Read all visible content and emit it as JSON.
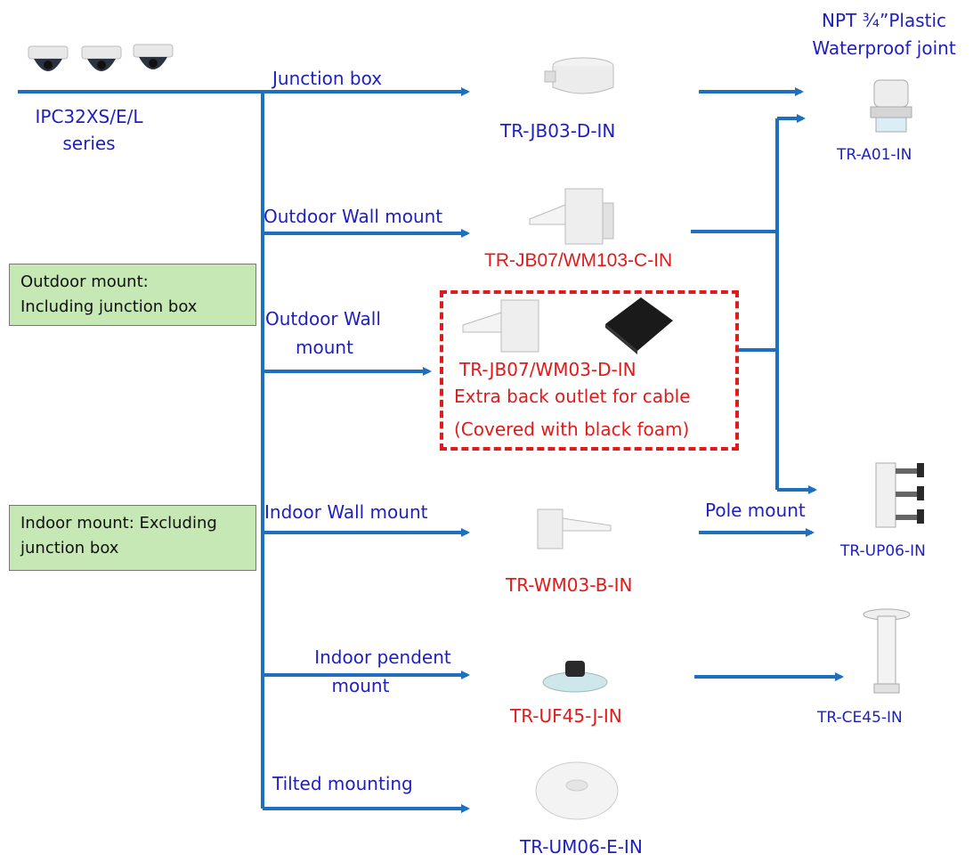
{
  "camera": {
    "model_line1": "IPC32XS/E/L",
    "model_line2": "series"
  },
  "notes": {
    "outdoor": "Outdoor mount:\nIncluding junction box",
    "indoor": "Indoor mount: Excluding\njunction box"
  },
  "branches": {
    "junction_box": "Junction box",
    "outdoor_wall_1": "Outdoor Wall mount",
    "outdoor_wall_2_line1": "Outdoor Wall",
    "outdoor_wall_2_line2": "mount",
    "indoor_wall": "Indoor Wall mount",
    "pendent_line1": "Indoor pendent",
    "pendent_line2": "mount",
    "tilted": "Tilted mounting",
    "pole": "Pole mount"
  },
  "products": {
    "jb03": "TR-JB03-D-IN",
    "jb07c": "TR-JB07/WM103-C-IN",
    "jb07d": "TR-JB07/WM03-D-IN",
    "jb07d_note1": "Extra back outlet for cable",
    "jb07d_note2": "(Covered with black foam)",
    "wm03b": "TR-WM03-B-IN",
    "uf45": "TR-UF45-J-IN",
    "um06": "TR-UM06-E-IN",
    "a01": "TR-A01-IN",
    "up06": "TR-UP06-IN",
    "ce45": "TR-CE45-IN",
    "npt_line1": "NPT ¾”Plastic",
    "npt_line2": "Waterproof joint"
  },
  "colors": {
    "line": "#1f6fbf",
    "label_blue": "#1f1fbf",
    "label_red": "#e01b1b",
    "note_bg": "#c6e8b4"
  }
}
